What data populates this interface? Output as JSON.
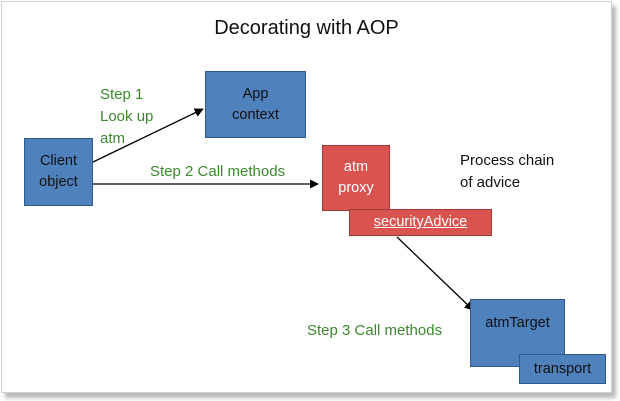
{
  "title": "Decorating with AOP",
  "nodes": {
    "client": [
      "Client",
      "object"
    ],
    "app_context": [
      "App",
      "context"
    ],
    "atm_proxy": [
      "atm",
      "proxy"
    ],
    "security_advice": "securityAdvice",
    "atm_target": "atmTarget",
    "transport": "transport"
  },
  "labels": {
    "step1": [
      "Step 1",
      "Look up",
      "atm"
    ],
    "step2": "Step 2 Call methods",
    "step3": "Step 3 Call methods",
    "process_chain": [
      "Process chain",
      "of advice"
    ]
  },
  "colors": {
    "blue_box": "#4f81bd",
    "red_box": "#d9534f",
    "green_text": "#3a8a2b",
    "arrow": "#000000"
  }
}
